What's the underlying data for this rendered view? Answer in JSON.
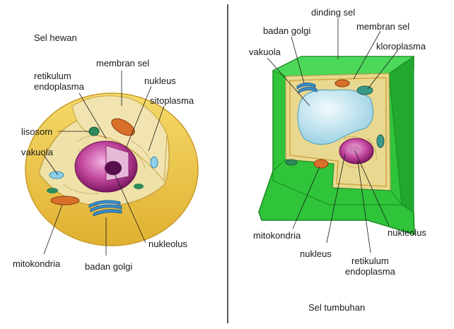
{
  "animal_cell": {
    "title": "Sel hewan",
    "labels": {
      "membran_sel": "membran sel",
      "retikulum_endoplasma": "retikulum\nendoplasma",
      "nukleus": "nukleus",
      "sitoplasma": "sitoplasma",
      "lisosom": "lisosom",
      "vakuola": "vakuola",
      "mitokondria": "mitokondria",
      "badan_golgi": "badan golgi",
      "nukleolus": "nukleolus"
    }
  },
  "plant_cell": {
    "title": "Sel tumbuhan",
    "labels": {
      "dinding_sel": "dinding sel",
      "badan_golgi": "badan golgi",
      "membran_sel": "membran sel",
      "vakuola": "vakuola",
      "kloroplasma": "kloroplasma",
      "mitokondria": "mitokondria",
      "nukleus": "nukleus",
      "retikulum_endoplasma": "retikulum\nendoplasma",
      "nukleolus": "nukleolus"
    }
  },
  "colors": {
    "cell_wall_green": "#2fc43a",
    "cytoplasm_yellow": "#e8d890",
    "membrane_orange": "#e8c050",
    "nucleus_magenta": "#b0308a",
    "vacuole_blue": "#bfe3ee",
    "golgi_blue": "#3a8cc8",
    "mitochondria_orange": "#d8702a"
  }
}
